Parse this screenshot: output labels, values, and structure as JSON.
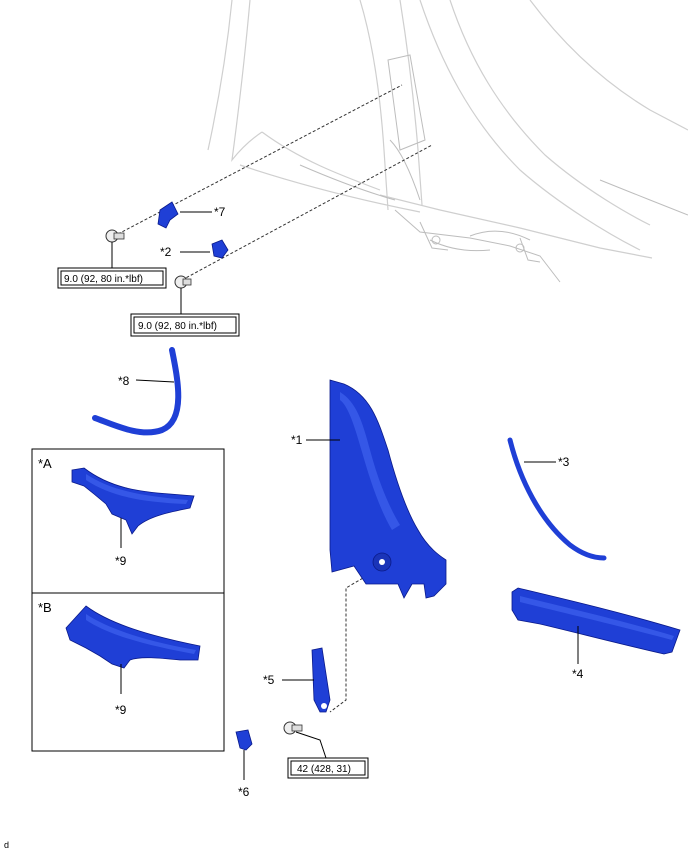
{
  "callouts": {
    "p7": "*7",
    "p2": "*2",
    "p8": "*8",
    "p1": "*1",
    "p3": "*3",
    "p5": "*5",
    "p4": "*4",
    "p6": "*6",
    "p9a": "*9",
    "p9b": "*9"
  },
  "torque": {
    "t1": "9.0 (92, 80 in.*lbf)",
    "t2": "9.0 (92, 80 in.*lbf)",
    "t3": "42 (428, 31)"
  },
  "detail_boxes": {
    "a": "*A",
    "b": "*B"
  },
  "footer": {
    "code": "d"
  },
  "colors": {
    "part_blue": "#1f3fd6",
    "body_outline": "#cfcfcf"
  }
}
